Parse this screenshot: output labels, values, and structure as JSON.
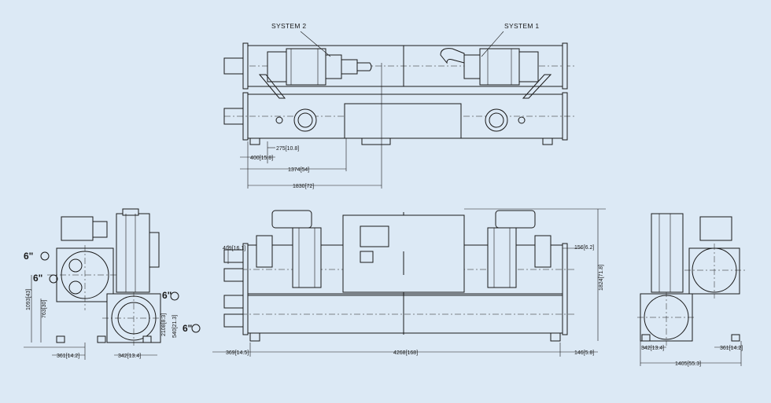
{
  "labels": {
    "system1": "SYSTEM 1",
    "system2": "SYSTEM 2"
  },
  "connection_size": "6\"",
  "dimensions": {
    "top_275": "275[10.8]",
    "top_400": "400[15.8]",
    "top_1374": "1374[54]",
    "top_1830": "1830[72]",
    "front_409": "409[16.1]",
    "front_156": "156[6.2]",
    "front_1824": "1824[71.8]",
    "front_369": "369[14.5]",
    "front_4268": "4268[168]",
    "front_146": "146[5.8]",
    "left_1093": "1093[43]",
    "left_763": "763[30]",
    "left_2108": "2108[8.3]",
    "left_540": "540[21.3]",
    "left_361": "361[14.2]",
    "left_342": "342[13.4]",
    "right_342": "342[13.4]",
    "right_361": "361[14.2]",
    "right_1405": "1405[55.3]"
  }
}
